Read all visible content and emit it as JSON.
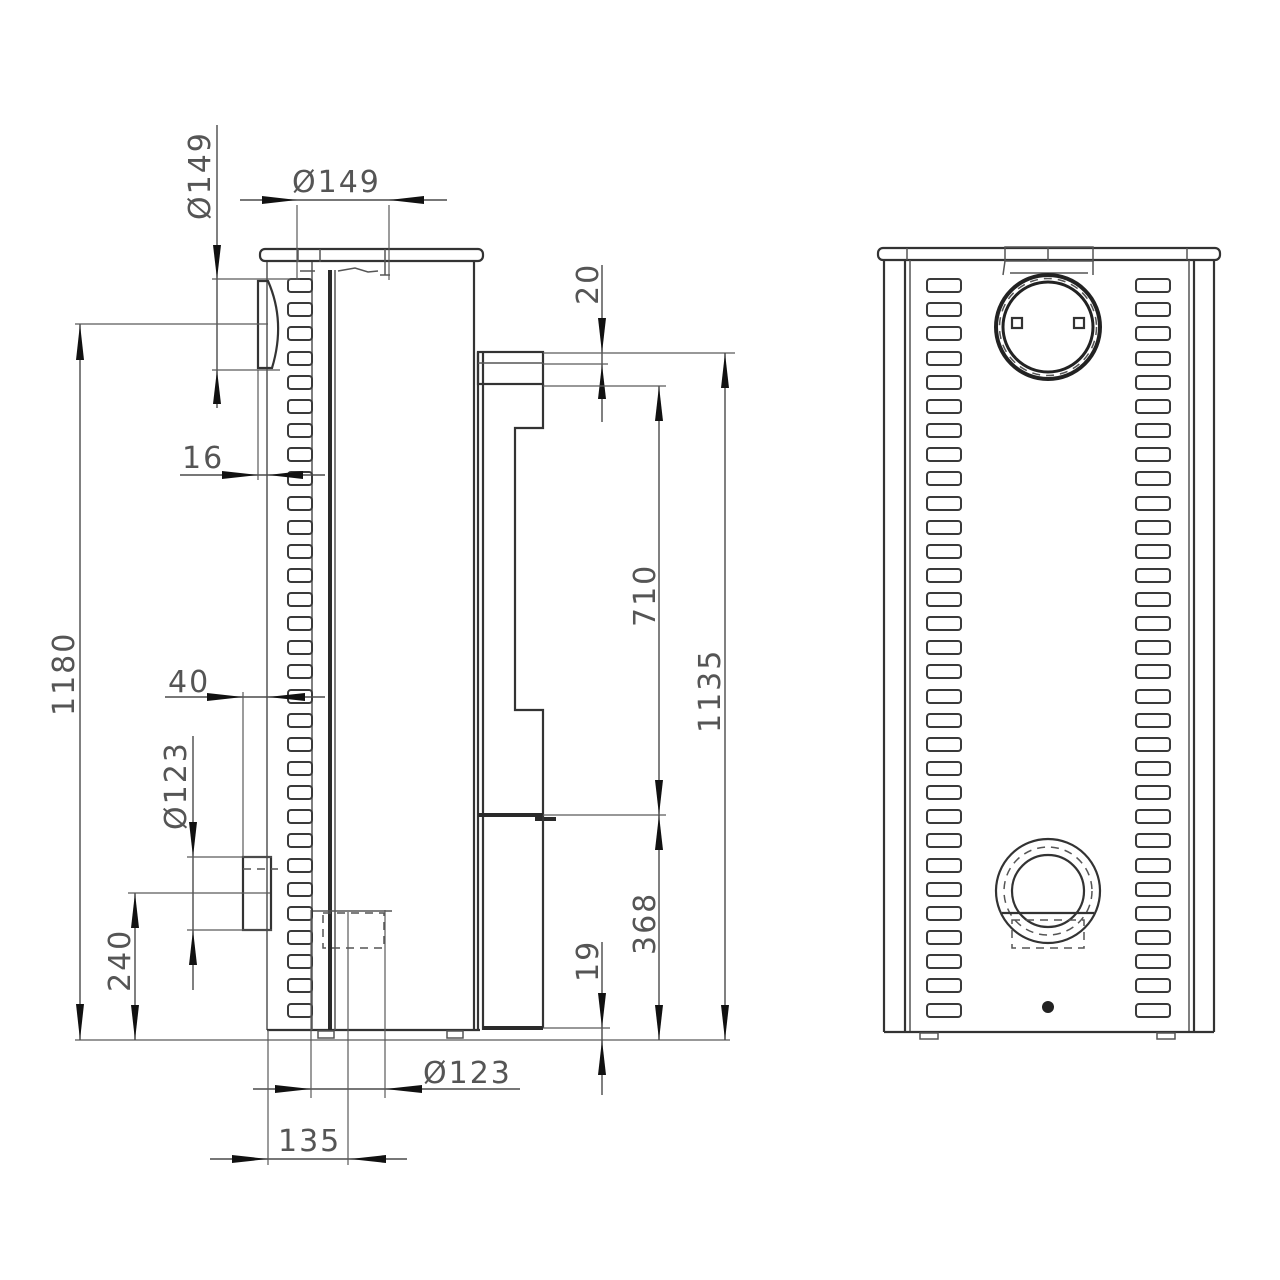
{
  "drawing": {
    "title": "Stove dimensional drawing - side and rear view",
    "views": [
      {
        "name": "side-view",
        "label": ""
      },
      {
        "name": "rear-view",
        "label": ""
      }
    ],
    "units": "mm"
  },
  "dimensions": {
    "top_flue_diameter_horizontal": "Ø149",
    "top_flue_diameter_vertical": "Ø149",
    "rear_offset": "16",
    "overall_height": "1180",
    "side_offset": "40",
    "rear_inlet_diameter": "Ø123",
    "rear_inlet_height": "240",
    "bottom_inlet_diameter": "Ø123",
    "bottom_inlet_offset": "135",
    "door_top_offset": "20",
    "door_height": "710",
    "flue_outlet_height": "1135",
    "door_bottom_height": "368",
    "base_gap": "19"
  },
  "colors": {
    "line": "#333333",
    "text": "#555555",
    "background": "#ffffff"
  }
}
